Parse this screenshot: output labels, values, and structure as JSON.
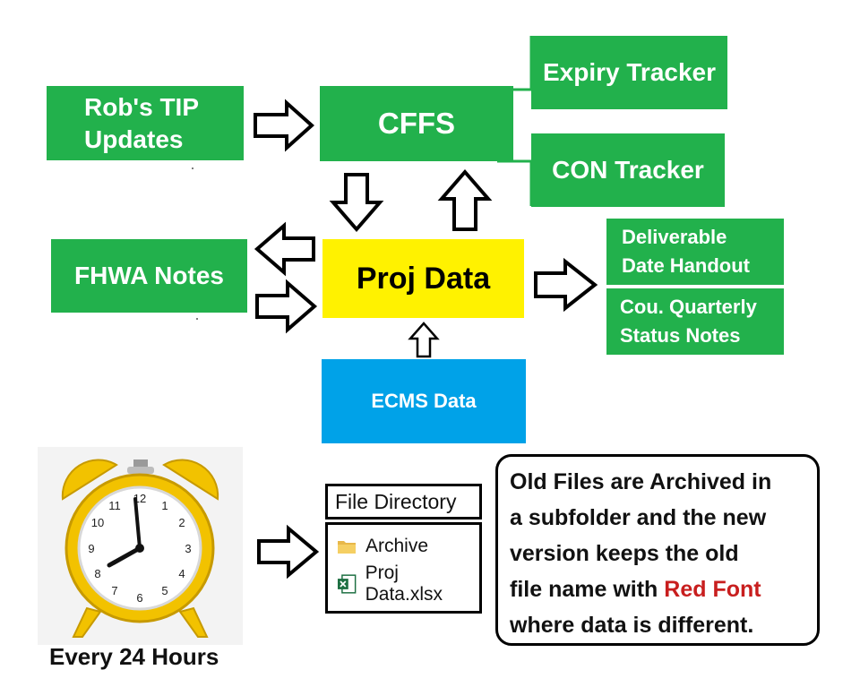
{
  "diagram": {
    "nodes": {
      "robs_tip": "Rob's TIP Updates",
      "cffs": "CFFS",
      "expiry": "Expiry Tracker",
      "con": "CON Tracker",
      "fhwa": "FHWA Notes",
      "proj_data": "Proj Data",
      "ecms": "ECMS Data",
      "deliverable_line1": "Deliverable",
      "deliverable_line2": "Date Handout",
      "quarterly_line1": "Cou. Quarterly",
      "quarterly_line2": "Status Notes"
    },
    "schedule": {
      "label": "Every 24 Hours"
    },
    "file_directory": {
      "title": "File Directory",
      "items": [
        "Archive",
        "Proj Data.xlsx"
      ]
    },
    "note": {
      "line1": "Old Files are Archived in",
      "line2": "a subfolder and the new",
      "line3": "version keeps the old",
      "line4_pre": "file name with ",
      "line4_red": "Red Font",
      "line5": "where data is different."
    },
    "colors": {
      "green": "#22b14c",
      "yellow": "#fff200",
      "blue": "#00a2e8",
      "red_font": "#c81e1e"
    },
    "icons": [
      "alarm-clock-icon",
      "folder-icon",
      "excel-file-icon"
    ]
  }
}
